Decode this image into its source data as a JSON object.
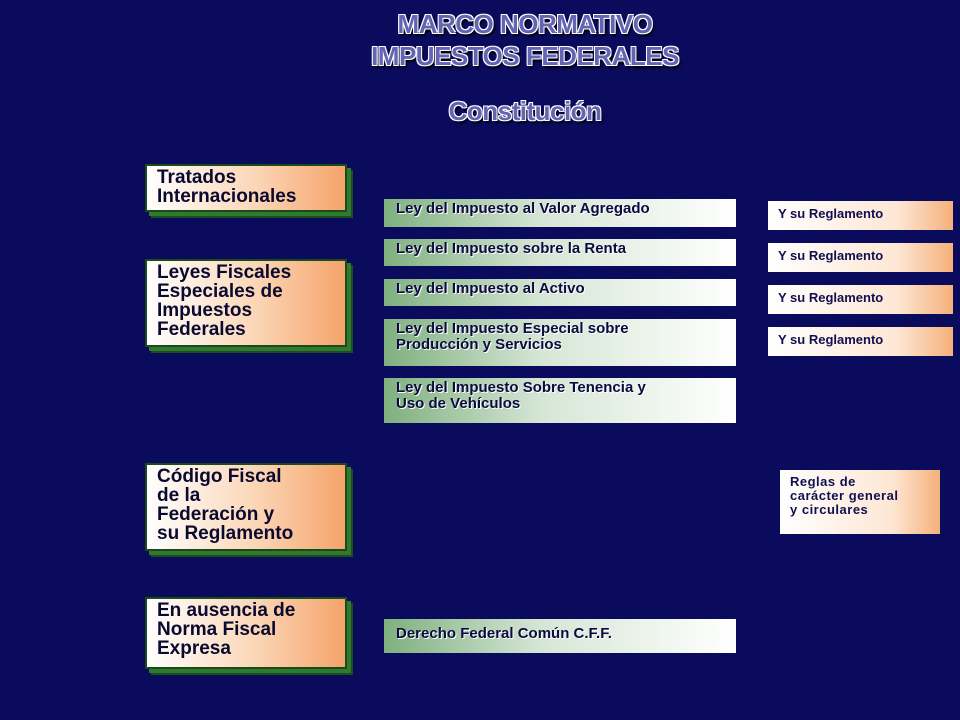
{
  "header": {
    "title_line1": "MARCO NORMATIVO",
    "title_line2": "IMPUESTOS FEDERALES",
    "subtitle": "Constitución"
  },
  "left_boxes": [
    {
      "lines": [
        "Tratados",
        "Internacionales"
      ]
    },
    {
      "lines": [
        "Leyes Fiscales",
        "Especiales de",
        "Impuestos",
        "Federales"
      ]
    },
    {
      "lines": [
        "Código Fiscal",
        "de la",
        "Federación y",
        "su Reglamento"
      ]
    },
    {
      "lines": [
        "En ausencia de",
        "Norma Fiscal",
        "Expresa"
      ]
    }
  ],
  "laws": [
    {
      "lines": [
        "Ley del Impuesto al Valor Agregado"
      ]
    },
    {
      "lines": [
        "Ley del Impuesto sobre la Renta"
      ]
    },
    {
      "lines": [
        "Ley del Impuesto al Activo"
      ]
    },
    {
      "lines": [
        "Ley del Impuesto Especial sobre",
        "Producción y Servicios"
      ]
    },
    {
      "lines": [
        "Ley del Impuesto Sobre Tenencia y",
        "Uso de Vehículos"
      ]
    },
    {
      "lines": [
        "Derecho Federal Común C.F.F."
      ]
    }
  ],
  "reglamentos": [
    "Y su Reglamento",
    "Y su Reglamento",
    "Y su Reglamento",
    "Y su Reglamento"
  ],
  "reglas": {
    "lines": [
      "Reglas de",
      "carácter general",
      "y circulares"
    ]
  },
  "colors": {
    "background": "#0b0b5e",
    "title": "#6464b4",
    "left_box_fill": "#f5a36a",
    "left_box_shadow": "#2f7a2f",
    "law_box_fill": "#7fb07f"
  }
}
